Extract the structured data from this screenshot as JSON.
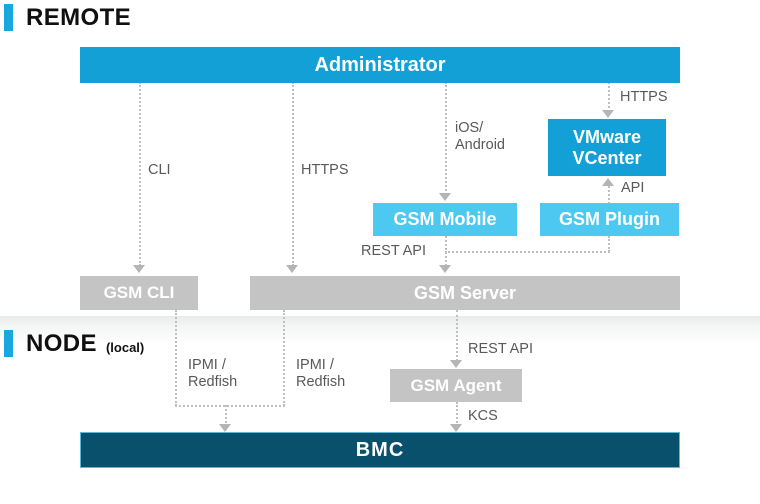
{
  "sections": [
    {
      "id": "remote",
      "title": "REMOTE",
      "sub": ""
    },
    {
      "id": "node",
      "title": "NODE",
      "sub": "(local)"
    }
  ],
  "nodes": [
    {
      "id": "administrator",
      "label": "Administrator",
      "style": "blue"
    },
    {
      "id": "vmware-vcenter",
      "label": "VMware\nVCenter",
      "style": "blue"
    },
    {
      "id": "gsm-mobile",
      "label": "GSM Mobile",
      "style": "lightblue"
    },
    {
      "id": "gsm-plugin",
      "label": "GSM Plugin",
      "style": "lightblue"
    },
    {
      "id": "gsm-cli",
      "label": "GSM CLI",
      "style": "gray"
    },
    {
      "id": "gsm-server",
      "label": "GSM Server",
      "style": "gray"
    },
    {
      "id": "gsm-agent",
      "label": "GSM Agent",
      "style": "gray"
    },
    {
      "id": "bmc",
      "label": "BMC",
      "style": "dark"
    }
  ],
  "connection_labels": {
    "cli": "CLI",
    "https_left": "HTTPS",
    "ios_android": "iOS/\nAndroid",
    "https_right": "HTTPS",
    "api": "API",
    "rest_api_server": "REST API",
    "rest_api_agent": "REST API",
    "ipmi_redfish_left": "IPMI /\nRedfish",
    "ipmi_redfish_right": "IPMI /\nRedfish",
    "kcs": "KCS"
  },
  "colors": {
    "accent": "#18A8DF",
    "blue": "#12A0D7",
    "light_blue": "#4DC8F0",
    "gray": "#C4C4C4",
    "dark_teal": "#08506B",
    "dark_teal_border": "#5BB8DC",
    "connector": "#BFBFBF",
    "label_text": "#595959",
    "heading_text": "#101010"
  }
}
